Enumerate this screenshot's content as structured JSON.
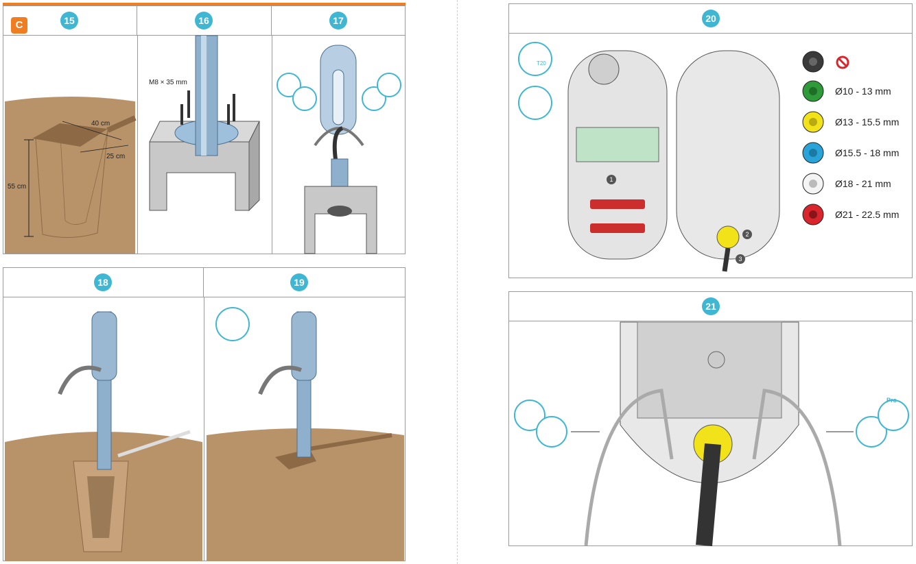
{
  "section": {
    "letter": "C"
  },
  "steps": {
    "s15": "15",
    "s16": "16",
    "s17": "17",
    "s18": "18",
    "s19": "19",
    "s20": "20",
    "s21": "21"
  },
  "dimensions": {
    "width": "40 cm",
    "depth": "25 cm",
    "height": "55 cm"
  },
  "bolt_spec": "M8 × 35 mm",
  "tool_label": "T20",
  "callouts": {
    "c1": "1",
    "c2": "2",
    "c3": "3"
  },
  "pro_label": "Pro",
  "cable_grommets": [
    {
      "label": "",
      "color": "#3a3a3a",
      "icon": "no-entry-icon"
    },
    {
      "label": "Ø10 - 13 mm",
      "color": "#2f9a3a"
    },
    {
      "label": "Ø13 - 15.5 mm",
      "color": "#f2e21a"
    },
    {
      "label": "Ø15.5 - 18 mm",
      "color": "#2aa3d8"
    },
    {
      "label": "Ø18 - 21 mm",
      "color": "#f4f4f4"
    },
    {
      "label": "Ø21 - 22.5 mm",
      "color": "#d8262c"
    }
  ],
  "colors": {
    "accent": "#3fb6d2",
    "section": "#ef7d22",
    "soil": "#b8936a",
    "post": "#8fb0cc"
  }
}
